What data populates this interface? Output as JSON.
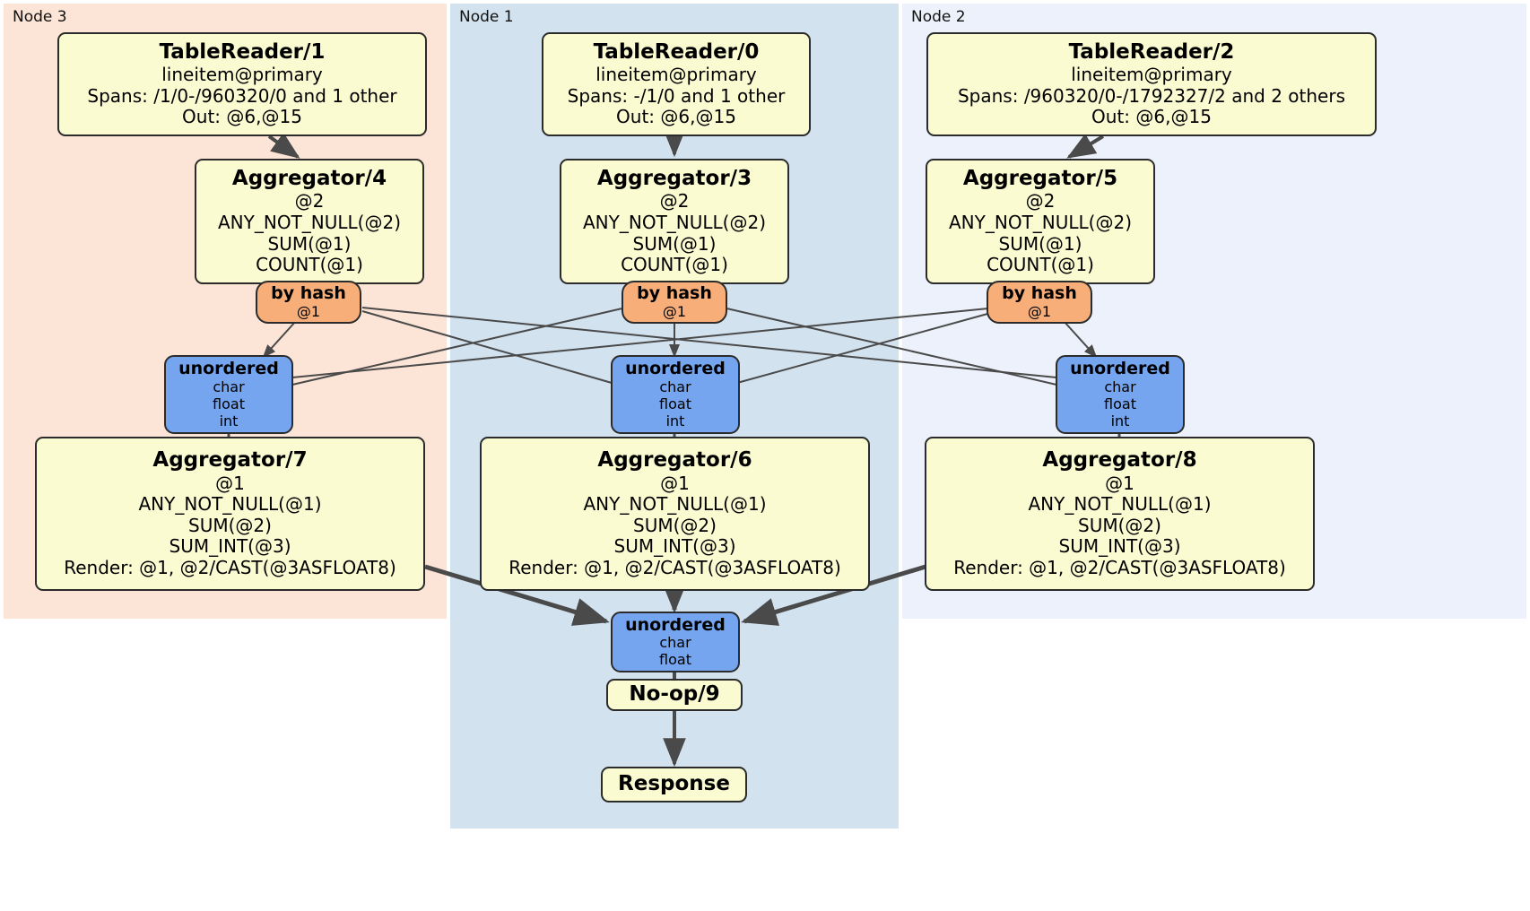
{
  "diagram": {
    "type": "distsql-physical-plan",
    "panels": [
      {
        "id": "node3",
        "label": "Node 3",
        "color": "#fce4d6"
      },
      {
        "id": "node1",
        "label": "Node 1",
        "color": "#d3e2ef"
      },
      {
        "id": "node2",
        "label": "Node 2",
        "color": "#ecf1fb"
      }
    ],
    "colors": {
      "processor_fill": "#fbfbd2",
      "router_fill": "#f7ae79",
      "synchronizer_fill": "#76a5f0",
      "border": "#2b2b2b",
      "edge": "#4a4a4a",
      "node3_panel": "#fce4d6",
      "node1_panel": "#d3e2ef",
      "node2_panel": "#ecf1fb"
    },
    "table_readers": [
      {
        "id": "tablereader-1",
        "title": "TableReader/1",
        "source": "lineitem@primary",
        "spans": "Spans: /1/0-/960320/0 and 1 other",
        "out": "Out: @6,@15"
      },
      {
        "id": "tablereader-0",
        "title": "TableReader/0",
        "source": "lineitem@primary",
        "spans": "Spans: -/1/0 and 1 other",
        "out": "Out: @6,@15"
      },
      {
        "id": "tablereader-2",
        "title": "TableReader/2",
        "source": "lineitem@primary",
        "spans": "Spans: /960320/0-/1792327/2 and 2 others",
        "out": "Out: @6,@15"
      }
    ],
    "aggregators_stage1": [
      {
        "id": "aggregator-4",
        "title": "Aggregator/4",
        "group": "@2",
        "agg1": "ANY_NOT_NULL(@2)",
        "agg2": "SUM(@1)",
        "agg3": "COUNT(@1)"
      },
      {
        "id": "aggregator-3",
        "title": "Aggregator/3",
        "group": "@2",
        "agg1": "ANY_NOT_NULL(@2)",
        "agg2": "SUM(@1)",
        "agg3": "COUNT(@1)"
      },
      {
        "id": "aggregator-5",
        "title": "Aggregator/5",
        "group": "@2",
        "agg1": "ANY_NOT_NULL(@2)",
        "agg2": "SUM(@1)",
        "agg3": "COUNT(@1)"
      }
    ],
    "routers": [
      {
        "id": "router-left",
        "title": "by hash",
        "column": "@1"
      },
      {
        "id": "router-center",
        "title": "by hash",
        "column": "@1"
      },
      {
        "id": "router-right",
        "title": "by hash",
        "column": "@1"
      }
    ],
    "synchronizers_mid": [
      {
        "id": "sync-left",
        "title": "unordered",
        "t1": "char",
        "t2": "float",
        "t3": "int"
      },
      {
        "id": "sync-center",
        "title": "unordered",
        "t1": "char",
        "t2": "float",
        "t3": "int"
      },
      {
        "id": "sync-right",
        "title": "unordered",
        "t1": "char",
        "t2": "float",
        "t3": "int"
      }
    ],
    "aggregators_stage2": [
      {
        "id": "aggregator-7",
        "title": "Aggregator/7",
        "group": "@1",
        "agg1": "ANY_NOT_NULL(@1)",
        "agg2": "SUM(@2)",
        "agg3": "SUM_INT(@3)",
        "render": "Render: @1, @2/CAST(@3ASFLOAT8)"
      },
      {
        "id": "aggregator-6",
        "title": "Aggregator/6",
        "group": "@1",
        "agg1": "ANY_NOT_NULL(@1)",
        "agg2": "SUM(@2)",
        "agg3": "SUM_INT(@3)",
        "render": "Render: @1, @2/CAST(@3ASFLOAT8)"
      },
      {
        "id": "aggregator-8",
        "title": "Aggregator/8",
        "group": "@1",
        "agg1": "ANY_NOT_NULL(@1)",
        "agg2": "SUM(@2)",
        "agg3": "SUM_INT(@3)",
        "render": "Render: @1, @2/CAST(@3ASFLOAT8)"
      }
    ],
    "final_sync": {
      "id": "sync-final",
      "title": "unordered",
      "t1": "char",
      "t2": "float"
    },
    "noop": {
      "id": "noop-9",
      "title": "No-op/9"
    },
    "response": {
      "id": "response",
      "title": "Response"
    }
  }
}
